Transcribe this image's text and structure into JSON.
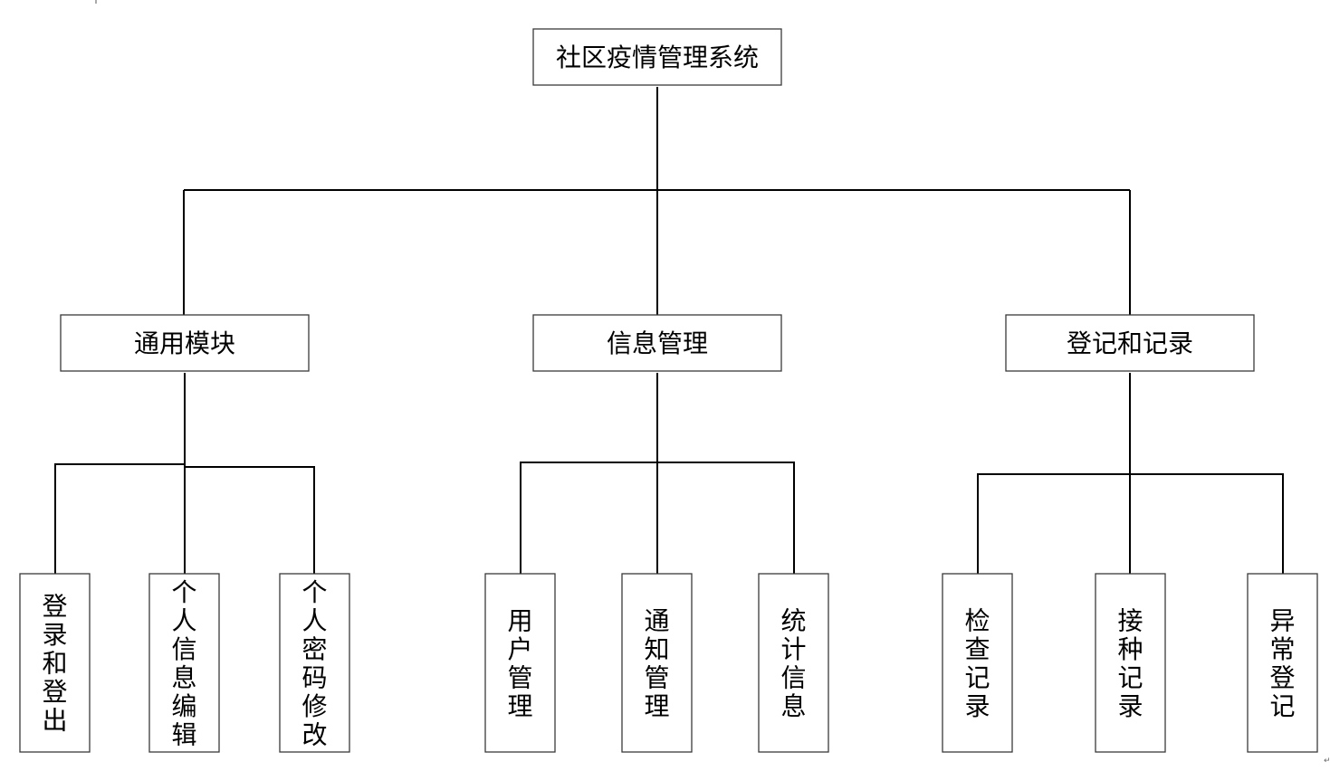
{
  "root": {
    "label": "社区疫情管理系统"
  },
  "modules": [
    {
      "label": "通用模块",
      "children": [
        "登录和登出",
        "个人信息编辑",
        "个人密码修改"
      ]
    },
    {
      "label": "信息管理",
      "children": [
        "用户管理",
        "通知管理",
        "统计信息"
      ]
    },
    {
      "label": "登记和记录",
      "children": [
        "检查记录",
        "接种记录",
        "异常登记"
      ]
    }
  ],
  "colors": {
    "line": "#000000",
    "border": "#3a3a3a",
    "shadow": "#bdbdbd",
    "background": "#ffffff"
  }
}
